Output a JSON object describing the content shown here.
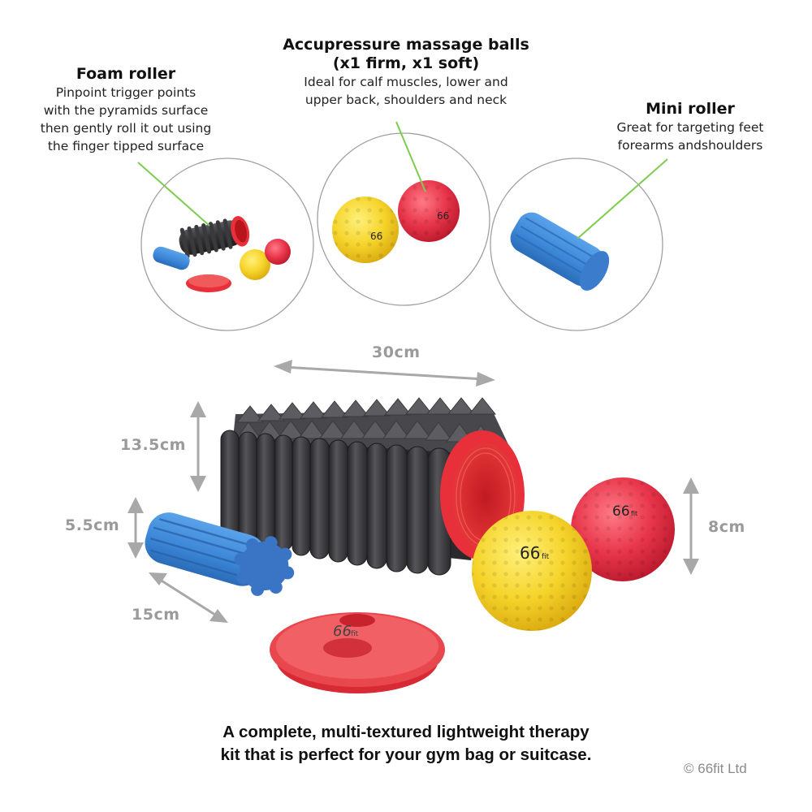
{
  "callouts": {
    "foam_roller": {
      "title": "Foam roller",
      "desc": [
        "Pinpoint trigger points",
        "with the pyramids surface",
        "then gently roll it out using",
        "the finger tipped surface"
      ]
    },
    "massage_balls": {
      "title": [
        "Accupressure massage balls",
        "(x1 firm, x1 soft)"
      ],
      "desc": [
        "Ideal for calf muscles, lower and",
        "upper back, shoulders and neck"
      ]
    },
    "mini_roller": {
      "title": "Mini roller",
      "desc": [
        "Great for targeting feet",
        "forearms andshoulders"
      ]
    }
  },
  "dimensions": {
    "foam_roller_length": "30cm",
    "foam_roller_diameter": "13.5cm",
    "mini_roller_diameter": "5.5cm",
    "mini_roller_length": "15cm",
    "ball_diameter": "8cm"
  },
  "brand_mark": "66fit",
  "tagline": [
    "A complete, multi-textured lightweight therapy",
    "kit that is perfect for your gym bag or suitcase."
  ],
  "copyright": "© 66fit Ltd",
  "colors": {
    "leader_line": "#7ccc4e",
    "circle_outline": "#9a9a9a",
    "dimension_gray": "#a8a8a8",
    "foam_black": "#2e2e30",
    "red": "#e8303a",
    "yellow": "#f5d42a",
    "pink_red": "#e8354a",
    "blue": "#3b86d6"
  }
}
